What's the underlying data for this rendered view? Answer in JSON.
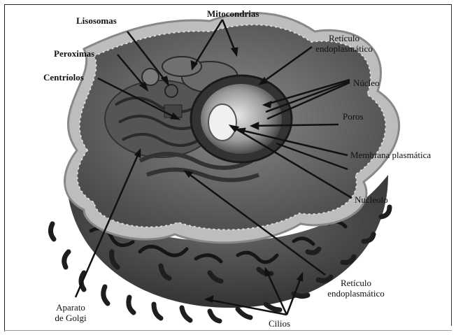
{
  "labels": {
    "lisosomas": "Lisosomas",
    "mitocondrias": "Mitocondrias",
    "reticulo_top_1": "Retículo",
    "reticulo_top_2": "endoplasmático",
    "peroximas": "Peroximas",
    "centriolos": "Centríolos",
    "nucleo": "Núcleo",
    "poros": "Poros",
    "membrana": "Membrana plasmática",
    "nucleolo": "Nucleolo",
    "reticulo_bottom_1": "Retículo",
    "reticulo_bottom_2": "endoplasmático",
    "aparato_1": "Aparato",
    "aparato_2": "de Golgi",
    "cilios": "Cilios"
  },
  "colors": {
    "cytoplasm": "#5b5b5b",
    "membrane_ring": "#c9c9c9",
    "lower_body": "#4a4a4a",
    "cilia": "#222222",
    "arrow": "#111111"
  }
}
